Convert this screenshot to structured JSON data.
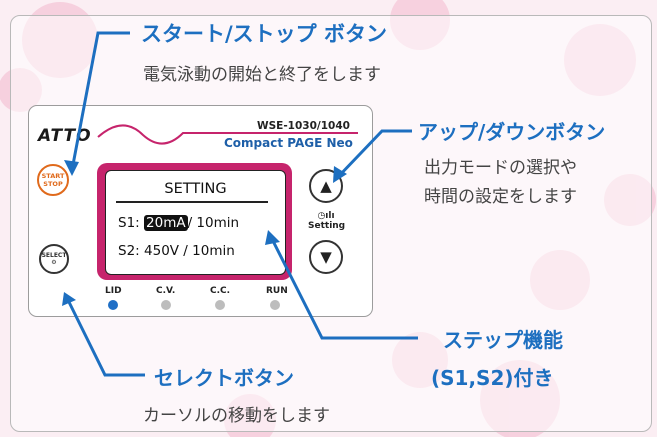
{
  "callouts": {
    "start_stop": {
      "title": "スタート/ストップ ボタン",
      "desc": "電気泳動の開始と終了をします"
    },
    "up_down": {
      "title": "アップ/ダウンボタン",
      "desc_line1": "出力モードの選択や",
      "desc_line2": "時間の設定をします"
    },
    "step": {
      "title_line1": "ステップ機能",
      "title_line2": "(S1,S2)付き"
    },
    "select": {
      "title": "セレクトボタン",
      "desc": "カーソルの移動をします"
    }
  },
  "device": {
    "brand": "ATTO",
    "model": "WSE-1030/1040",
    "product": "Compact PAGE Neo",
    "start_line1": "START",
    "start_line2": "STOP",
    "select_label": "SELECT",
    "setting_label": "Setting",
    "up_glyph": "▲",
    "down_glyph": "▼",
    "screen": {
      "title": "SETTING",
      "s1_label": "S1:",
      "s1_current": "20mA",
      "s1_time": "/ 10min",
      "s2_label": "S2:",
      "s2_value": "450V  / 10min"
    },
    "leds": [
      {
        "label": "LID",
        "on": true
      },
      {
        "label": "C.V.",
        "on": false
      },
      {
        "label": "C.C.",
        "on": false
      },
      {
        "label": "RUN",
        "on": false
      }
    ]
  },
  "colors": {
    "callout_blue": "#1d6fc0",
    "screen_frame": "#c6246c",
    "start_orange": "#e06a1c",
    "led_blue": "#1f6fc6"
  }
}
